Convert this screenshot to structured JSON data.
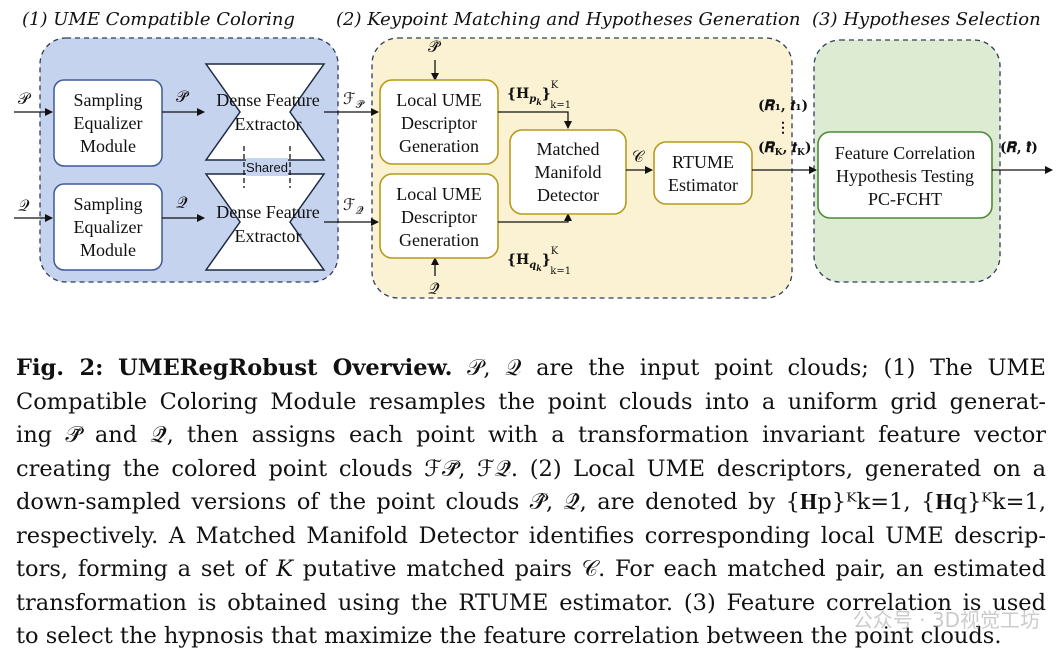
{
  "sections": {
    "s1": "(1) UME Compatible Coloring",
    "s2": "(2) Keypoint Matching and Hypotheses Generation",
    "s3": "(3) Hypotheses Selection"
  },
  "colors": {
    "section1_fill": "#c6d3ef",
    "section2_fill": "#fbf2d3",
    "section3_fill": "#ddebd3",
    "box_stroke_blue": "#3c5a9a",
    "box_stroke_yellow": "#b79a1a",
    "box_stroke_green": "#4f8a3a"
  },
  "boxes": {
    "sem_top": [
      "Sampling",
      "Equalizer",
      "Module"
    ],
    "sem_bottom": [
      "Sampling",
      "Equalizer",
      "Module"
    ],
    "dfe_top": [
      "Dense Feature",
      "Extractor"
    ],
    "dfe_bottom": [
      "Dense Feature",
      "Extractor"
    ],
    "shared": "Shared",
    "lume_top": [
      "Local UME",
      "Descriptor",
      "Generation"
    ],
    "lume_bottom": [
      "Local UME",
      "Descriptor",
      "Generation"
    ],
    "mmd": [
      "Matched",
      "Manifold",
      "Detector"
    ],
    "rtume": [
      "RTUME",
      "Estimator"
    ],
    "fc": [
      "Feature Correlation",
      "Hypothesis Testing",
      "PC-FCHT"
    ]
  },
  "labels": {
    "P": "𝒫",
    "Q": "𝒬",
    "P_tilde": "𝒫̃",
    "Q_tilde": "𝒬̃",
    "F_P": "ℱ",
    "F_Q": "ℱ",
    "F_P_sub": "𝒫̃",
    "F_Q_sub": "𝒬̃",
    "P_hat": "𝒫̂",
    "Q_hat": "𝒬̂",
    "Hp": "{𝐇",
    "Hp_sub": "p",
    "Hp_k": "k",
    "Hp_close": "}",
    "Hp_sup": "K",
    "Hp_lim": "k=1",
    "Hq": "{𝐇",
    "Hq_sub": "q",
    "Hq_k": "k",
    "Hq_close": "}",
    "Hq_sup": "K",
    "Hq_lim": "k=1",
    "C": "𝒞",
    "R1t1": "(𝑹₁, 𝒕₁)",
    "dots": "⋮",
    "RKtK": "(𝑹",
    "RKtK_sub": "K",
    "RKtK_mid": ", 𝒕",
    "RKtK_sub2": "K",
    "RKtK_close": ")",
    "out": "(𝑹̂, 𝒕̂)"
  },
  "caption": {
    "fig_label": "Fig. 2:",
    "fig_title": "UMERegRobust Overview.",
    "lines": [
      "𝒫, 𝒬 are the input point clouds; (1) The UME",
      "Compatible Coloring Module resamples the point clouds into a uniform grid generat-",
      "ing 𝒫̃ and 𝒬̃, then assigns each point with a transformation invariant feature vector",
      "creating the colored point clouds ℱ𝒫̃, ℱ𝒬̃. (2) Local UME descriptors, generated on a",
      "down-sampled versions of the point clouds 𝒫̂, 𝒬̂, are denoted by {𝐇p}ᴷk=1, {𝐇q}ᴷk=1,",
      "respectively. A Matched Manifold Detector identifies corresponding local UME descrip-",
      "tors, forming a set of 𝐾 putative matched pairs 𝒞. For each matched pair, an estimated",
      "transformation is obtained using the RTUME estimator. (3) Feature correlation is used",
      "to select the hypnosis that maximize the feature correlation between the point clouds."
    ]
  },
  "watermark": "公众号 · 3D视觉工坊"
}
